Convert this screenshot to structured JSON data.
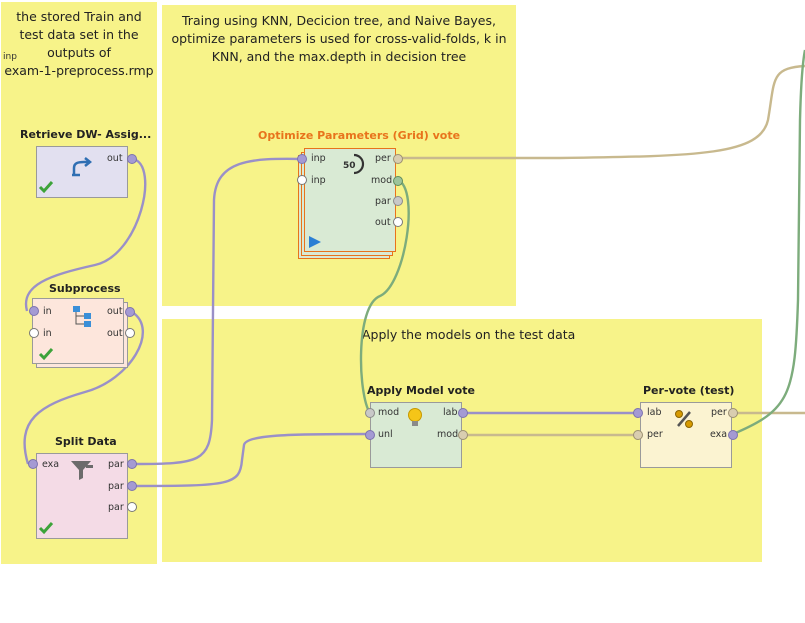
{
  "notes": {
    "left": {
      "lines": [
        "the stored Train and",
        "test data set in the",
        "outputs of",
        "exam-1-preprocess.rmp"
      ],
      "inp_label": "inp"
    },
    "top": {
      "lines": [
        "Traing using KNN, Decicion tree, and Naive Bayes,",
        "optimize parameters is used for cross-valid-folds, k in",
        "KNN, and the max.depth in decision tree"
      ]
    },
    "bottom": {
      "text": "Apply the models on the test data"
    }
  },
  "operators": {
    "retrieve": {
      "title": "Retrieve DW- Assig...",
      "ports_out": [
        "out"
      ]
    },
    "subprocess": {
      "title": "Subprocess",
      "ports_in": [
        "in",
        "in"
      ],
      "ports_out": [
        "out",
        "out"
      ]
    },
    "split": {
      "title": "Split Data",
      "ports_in": [
        "exa"
      ],
      "ports_out": [
        "par",
        "par",
        "par"
      ]
    },
    "optimize": {
      "title": "Optimize Parameters (Grid) vote",
      "ports_in": [
        "inp",
        "inp"
      ],
      "ports_out": [
        "per",
        "mod",
        "par",
        "out"
      ],
      "badge": "50"
    },
    "apply": {
      "title": "Apply Model vote",
      "ports_in": [
        "mod",
        "unl"
      ],
      "ports_out": [
        "lab",
        "mod"
      ]
    },
    "perf": {
      "title": "Per-vote (test)",
      "ports_in": [
        "lab",
        "per"
      ],
      "ports_out": [
        "per",
        "exa"
      ]
    }
  },
  "colors": {
    "note": "#f7f389",
    "retrieve_bg": "#e2e0f0",
    "subprocess_bg": "#fde6dc",
    "split_bg": "#f4dbe6",
    "optimize_bg": "#d9ead4",
    "apply_bg": "#d9ead4",
    "perf_bg": "#fbf3d1",
    "wire_purple": "#9a90c8",
    "wire_tan": "#c8b98e",
    "wire_green": "#7dac7c",
    "accent_orange": "#e8731c"
  }
}
